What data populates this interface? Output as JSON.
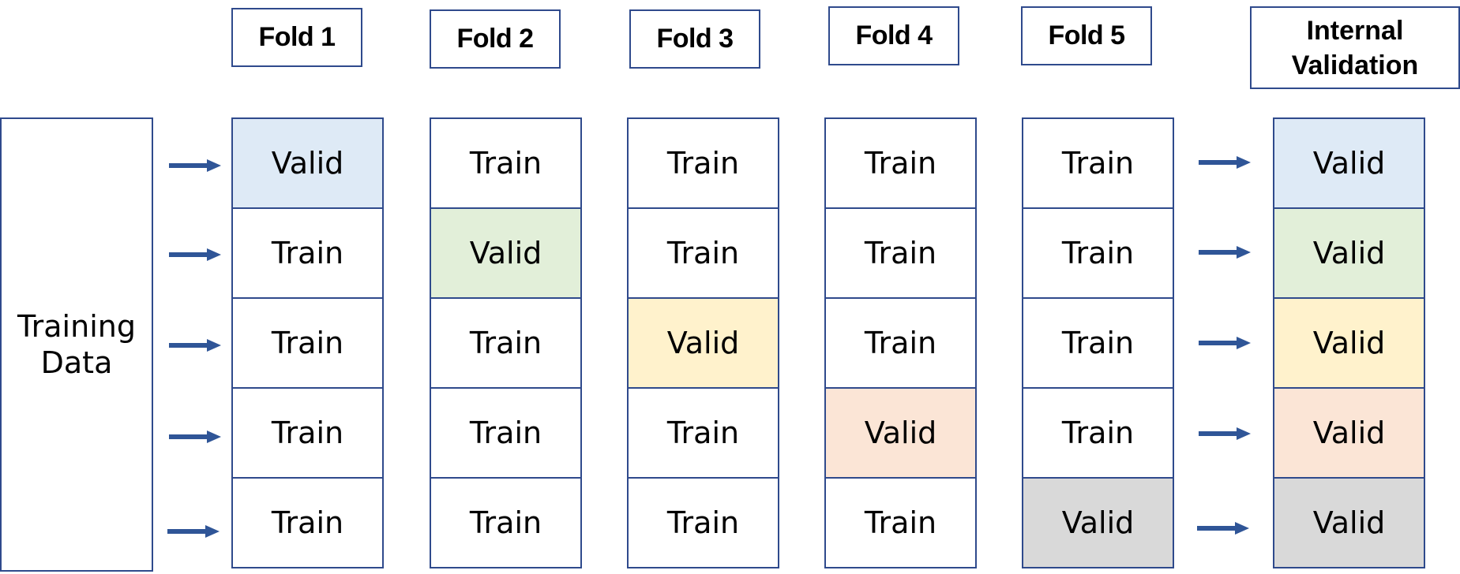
{
  "headers": {
    "fold1": "Fold 1",
    "fold2": "Fold 2",
    "fold3": "Fold 3",
    "fold4": "Fold 4",
    "fold5": "Fold 5",
    "internal_line1": "Internal",
    "internal_line2": "Validation"
  },
  "training_data": {
    "line1": "Training",
    "line2": "Data"
  },
  "folds": [
    [
      "Valid",
      "Train",
      "Train",
      "Train",
      "Train"
    ],
    [
      "Train",
      "Valid",
      "Train",
      "Train",
      "Train"
    ],
    [
      "Train",
      "Train",
      "Valid",
      "Train",
      "Train"
    ],
    [
      "Train",
      "Train",
      "Train",
      "Valid",
      "Train"
    ],
    [
      "Train",
      "Train",
      "Train",
      "Train",
      "Valid"
    ]
  ],
  "internal_validation": [
    "Valid",
    "Valid",
    "Valid",
    "Valid",
    "Valid"
  ],
  "colors": {
    "border": "#2f4a8c",
    "arrow": "#2f5597",
    "valid_fold1": "#deeaf6",
    "valid_fold2": "#e2efd9",
    "valid_fold3": "#fff2cc",
    "valid_fold4": "#fbe5d6",
    "valid_fold5": "#d9d9d9"
  }
}
